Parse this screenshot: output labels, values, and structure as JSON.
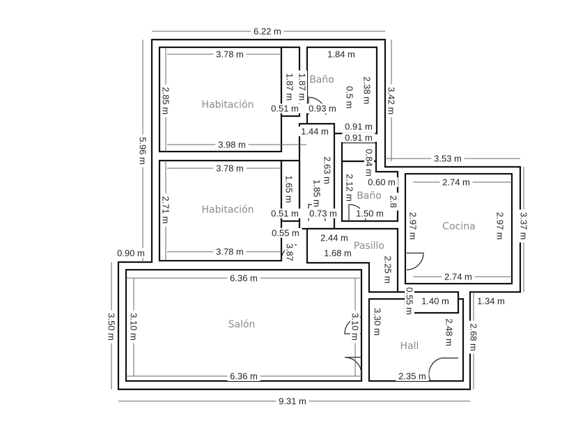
{
  "plan": {
    "rooms": [
      {
        "name": "Habitación"
      },
      {
        "name": "Baño"
      },
      {
        "name": "Habitación"
      },
      {
        "name": "Baño"
      },
      {
        "name": "Cocina"
      },
      {
        "name": "Pasillo"
      },
      {
        "name": "Salón"
      },
      {
        "name": "Hall"
      }
    ],
    "dimensions": [
      "6.22 m",
      "3.78 m",
      "1.84 m",
      "1.87 m",
      "1.87 m",
      "2.85 m",
      "3.42 m",
      "2.38 m",
      "0.51 m",
      "0.93 m",
      "0.5 m",
      "0.91 m",
      "1.44 m",
      "5.96 m",
      "3.98 m",
      "0.91 m",
      "0.84 m",
      "3.53 m",
      "3.78 m",
      "2.63 m",
      "1.85 m",
      "2.12 m",
      "1.65 m",
      "0.60 m",
      "2.74 m",
      "2.8",
      "2.71 m",
      "2.97 m",
      "2.97 m",
      "3.37 m",
      "0.51 m",
      "0.73 m",
      "1.50 m",
      "2.44 m",
      "0.55 m",
      "3.87",
      "0.90 m",
      "3.78 m",
      "1.68 m",
      "2.25 m",
      "6.36 m",
      "2.74 m",
      "0.55 m",
      "1.40 m",
      "1.34 m",
      "3.50 m",
      "3.10 m",
      "3.10 m",
      "3.30 m",
      "2.48 m",
      "2.68 m",
      "6.36 m",
      "2.35 m",
      "9.31 m"
    ]
  }
}
